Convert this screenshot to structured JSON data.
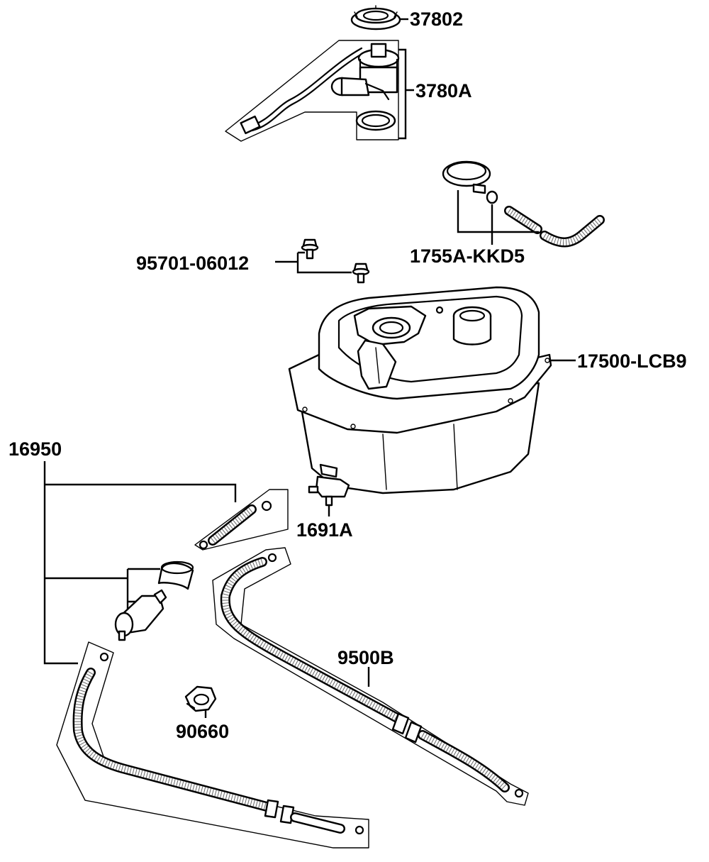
{
  "diagram": {
    "callouts": [
      {
        "id": "37802",
        "text": "37802"
      },
      {
        "id": "3780A",
        "text": "3780A"
      },
      {
        "id": "1755A-KKD5",
        "text": "1755A-KKD5"
      },
      {
        "id": "95701-06012",
        "text": "95701-06012"
      },
      {
        "id": "17500-LCB9",
        "text": "17500-LCB9"
      },
      {
        "id": "1691A",
        "text": "1691A"
      },
      {
        "id": "16950",
        "text": "16950"
      },
      {
        "id": "9500B",
        "text": "9500B"
      },
      {
        "id": "90660",
        "text": "90660"
      }
    ]
  }
}
